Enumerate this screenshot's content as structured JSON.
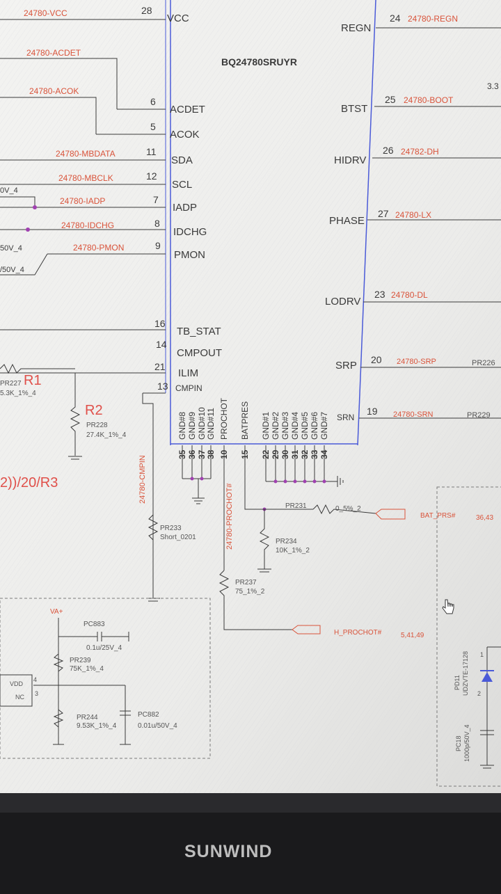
{
  "ic": {
    "part": "BQ24780SRUYR",
    "left_pins": [
      {
        "num": "28",
        "name": "VCC",
        "net": "24780-VCC"
      },
      {
        "num": "6",
        "name": "ACDET",
        "net": "24780-ACDET"
      },
      {
        "num": "5",
        "name": "ACOK",
        "net": "24780-ACOK"
      },
      {
        "num": "11",
        "name": "SDA",
        "net": "24780-MBDATA"
      },
      {
        "num": "12",
        "name": "SCL",
        "net": "24780-MBCLK"
      },
      {
        "num": "7",
        "name": "IADP",
        "net": "24780-IADP"
      },
      {
        "num": "8",
        "name": "IDCHG",
        "net": "24780-IDCHG"
      },
      {
        "num": "9",
        "name": "PMON",
        "net": "24780-PMON"
      },
      {
        "num": "16",
        "name": "TB_STAT",
        "net": ""
      },
      {
        "num": "14",
        "name": "CMPOUT",
        "net": ""
      },
      {
        "num": "21",
        "name": "ILIM",
        "net": ""
      },
      {
        "num": "13",
        "name": "CMPIN",
        "net": ""
      }
    ],
    "right_pins": [
      {
        "num": "24",
        "name": "REGN",
        "net": "24780-REGN"
      },
      {
        "num": "25",
        "name": "BTST",
        "net": "24780-BOOT"
      },
      {
        "num": "26",
        "name": "HIDRV",
        "net": "24782-DH"
      },
      {
        "num": "27",
        "name": "PHASE",
        "net": "24780-LX"
      },
      {
        "num": "23",
        "name": "LODRV",
        "net": "24780-DL"
      },
      {
        "num": "20",
        "name": "SRP",
        "net": "24780-SRP"
      },
      {
        "num": "19",
        "name": "SRN",
        "net": "24780-SRN"
      }
    ],
    "bottom_pins": [
      {
        "num": "35",
        "name": "GND#8"
      },
      {
        "num": "36",
        "name": "GND#9"
      },
      {
        "num": "37",
        "name": "GND#10"
      },
      {
        "num": "38",
        "name": "GND#11"
      },
      {
        "num": "10",
        "name": "PROCHOT"
      },
      {
        "num": "15",
        "name": "BATPRES"
      },
      {
        "num": "22",
        "name": "GND#1"
      },
      {
        "num": "29",
        "name": "GND#2"
      },
      {
        "num": "30",
        "name": "GND#3"
      },
      {
        "num": "31",
        "name": "GND#4"
      },
      {
        "num": "32",
        "name": "GND#5"
      },
      {
        "num": "33",
        "name": "GND#6"
      },
      {
        "num": "34",
        "name": "GND#7"
      }
    ]
  },
  "left_fragments": [
    "0V_4",
    "50V_4",
    "/50V_4"
  ],
  "right_fragments": [
    "PR226",
    "PR229",
    "3.3"
  ],
  "handwritten": {
    "r1": "R1",
    "r2": "R2",
    "r3": "2))/20/R3"
  },
  "components": {
    "pr227": {
      "ref": "PR227",
      "value": "5.3K_1%_4"
    },
    "pr228": {
      "ref": "PR228",
      "value": "27.4K_1%_4"
    },
    "pr233": {
      "ref": "PR233",
      "value": "Short_0201"
    },
    "pr231": {
      "ref": "PR231",
      "value": "0_5%_2"
    },
    "pr234": {
      "ref": "PR234",
      "value": "10K_1%_2"
    },
    "pr237": {
      "ref": "PR237",
      "value": "75_1%_2"
    },
    "pc883": {
      "ref": "PC883",
      "value": "0.1u/25V_4"
    },
    "pr239": {
      "ref": "PR239",
      "value": "75K_1%_4"
    },
    "pr244": {
      "ref": "PR244",
      "value": "9.53K_1%_4"
    },
    "pc882": {
      "ref": "PC882",
      "value": "0.01u/50V_4"
    },
    "pd11": {
      "ref": "PD11",
      "value": "UDZVTE-17128"
    },
    "pc18": {
      "ref": "PC18",
      "value": "1000p/50V_4"
    }
  },
  "nets": {
    "cmpin": "24780-CMPIN",
    "prochot": "24780-PROCHOT#",
    "bat_pres": "BAT_PRS#",
    "bat_pres_page": "36,43",
    "h_prochot": "H_PROCHOT#",
    "h_prochot_page": "5,41,49",
    "va": "VA+",
    "vdd": "VDD",
    "nc": "NC",
    "pin4": "4",
    "pin3": "3",
    "diode_pin1": "1",
    "diode_pin2": "2"
  },
  "monitor": {
    "brand": "SUNWIND"
  },
  "colors": {
    "wire": "#d9533a",
    "ic_outline": "#4a5ad8",
    "text": "#3a3a3a",
    "bezel": "#1a1a1c"
  },
  "icons": [
    "hand-cursor-icon"
  ]
}
